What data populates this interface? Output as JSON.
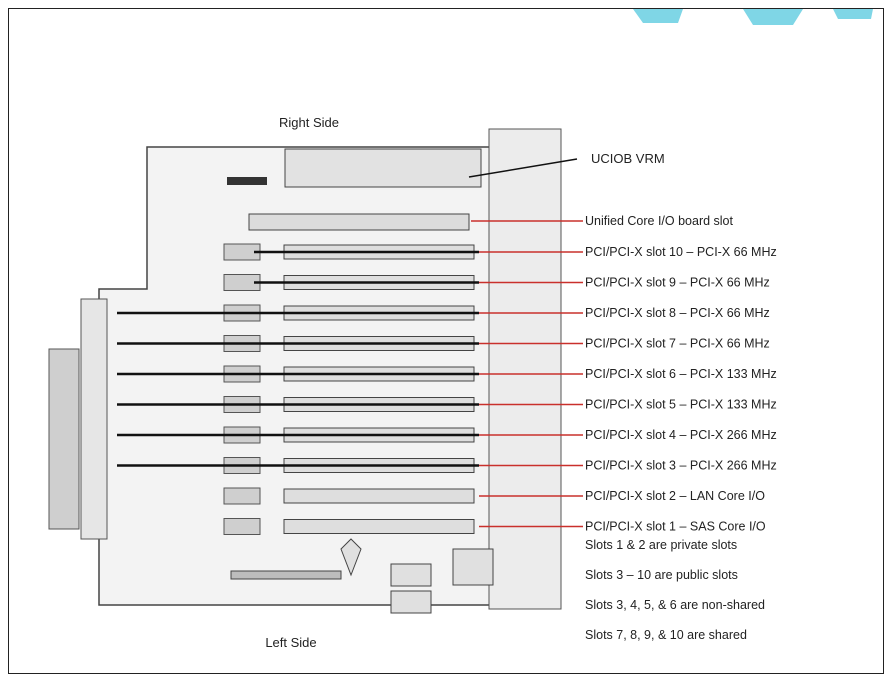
{
  "labels": {
    "top": "Right Side",
    "bottom": "Left Side",
    "vrm": "UCIOB VRM",
    "core_slot": "Unified Core I/O board slot"
  },
  "slots": [
    "PCI/PCI-X slot 10 – PCI-X 66 MHz",
    "PCI/PCI-X slot 9 – PCI-X 66 MHz",
    "PCI/PCI-X slot 8 – PCI-X 66 MHz",
    "PCI/PCI-X slot 7 – PCI-X 66 MHz",
    "PCI/PCI-X slot 6 – PCI-X 133 MHz",
    "PCI/PCI-X slot 5 – PCI-X 133 MHz",
    "PCI/PCI-X slot 4 – PCI-X 266 MHz",
    "PCI/PCI-X slot 3 – PCI-X 266 MHz",
    "PCI/PCI-X slot 2 – LAN Core I/O",
    "PCI/PCI-X slot 1 – SAS Core I/O"
  ],
  "notes": [
    "Slots 1 & 2 are private slots",
    "Slots 3 – 10 are public slots",
    "Slots 3, 4, 5, & 6 are non-shared",
    "Slots 7, 8, 9, & 10 are shared"
  ],
  "colors": {
    "leader": "#c9302c",
    "slot_line": "#111111",
    "board": "#f3f3f3",
    "board_stroke": "#444444",
    "watermark": "#7fd6e6"
  }
}
